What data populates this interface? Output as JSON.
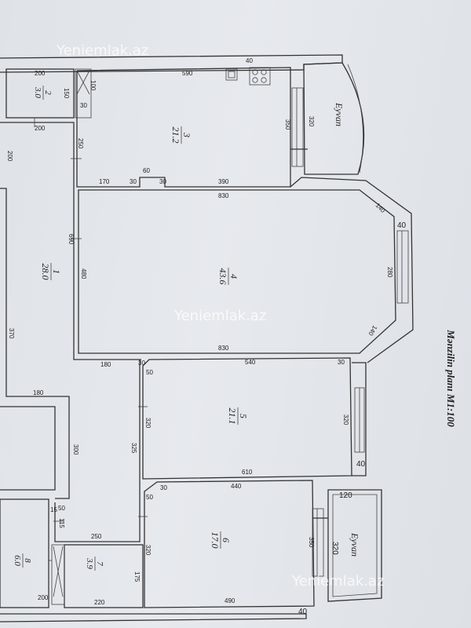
{
  "title": "Mənzilin planı M1:100",
  "watermark": "Yeniemlak.az",
  "balcony_label": "Eyvan",
  "rooms": [
    {
      "number": "1",
      "area": "28.0"
    },
    {
      "number": "2",
      "area": "3.0"
    },
    {
      "number": "3",
      "area": "21.2"
    },
    {
      "number": "4",
      "area": "43.6"
    },
    {
      "number": "5",
      "area": "21.1"
    },
    {
      "number": "6",
      "area": "17.0"
    },
    {
      "number": "7",
      "area": "3.9"
    },
    {
      "number": "8",
      "area": "6.0"
    }
  ],
  "dimensions": {
    "d40_top": "40",
    "d590": "590",
    "d100": "100",
    "d150": "150",
    "d30a": "30",
    "d200_top": "200",
    "d200_mid": "200",
    "d200_left": "200",
    "d250a": "250",
    "d350a": "350",
    "d320a": "320",
    "d170": "170",
    "d60": "60",
    "d30b": "30",
    "d30c": "30",
    "d390": "390",
    "d830_top": "830",
    "d140": "140",
    "d40_r": "40",
    "d690": "690",
    "d480": "480",
    "d280": "280",
    "d140b": "140",
    "d830_bot": "830",
    "d370": "370",
    "d180a": "180",
    "d180b": "180",
    "d30d": "30",
    "d540": "540",
    "d30e": "30",
    "d50a": "50",
    "d320b": "320",
    "d325": "325",
    "d320c": "320",
    "d300": "300",
    "d610": "610",
    "d40_r2": "40",
    "d120": "120",
    "d440": "440",
    "d30f": "30",
    "d50b": "50",
    "d15": "15",
    "d115": "115",
    "d50c": "50",
    "d250b": "250",
    "d350b": "350",
    "d320d": "320",
    "d320e": "320",
    "d175": "175",
    "d490": "490",
    "d200_bot": "200",
    "d220": "220",
    "d40_bot": "40"
  }
}
